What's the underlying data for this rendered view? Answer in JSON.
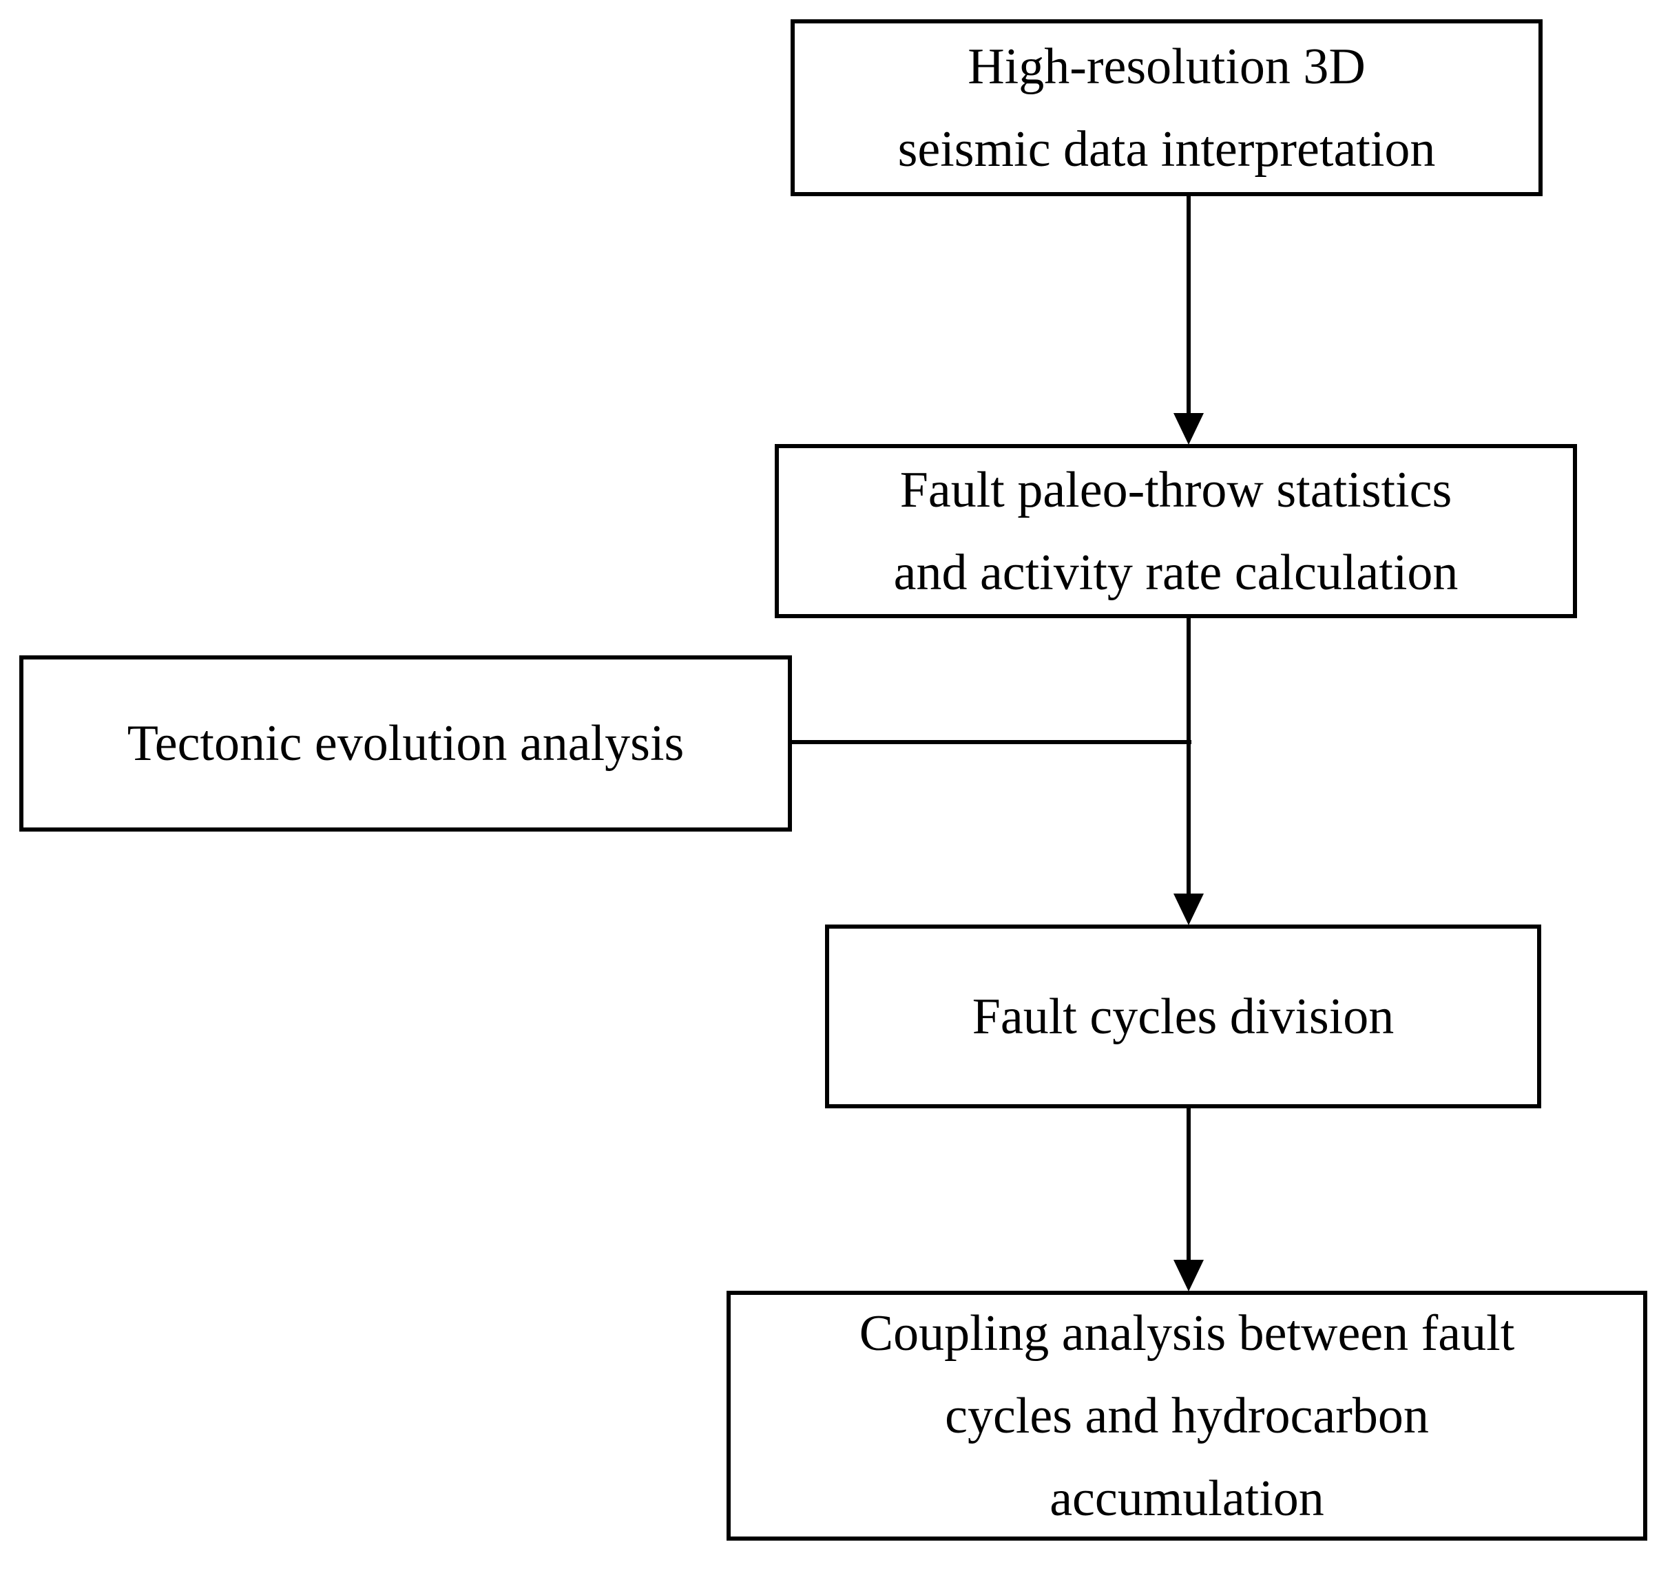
{
  "diagram": {
    "type": "flowchart",
    "background_color": "#ffffff",
    "stroke_color": "#000000",
    "nodes": [
      {
        "id": "seismic",
        "lines": [
          "High-resolution 3D",
          "seismic data interpretation"
        ]
      },
      {
        "id": "paleo",
        "lines": [
          "Fault paleo-throw statistics",
          "and activity rate calculation"
        ]
      },
      {
        "id": "tectonic",
        "lines": [
          "Tectonic evolution analysis"
        ]
      },
      {
        "id": "cycles",
        "lines": [
          "Fault cycles division"
        ]
      },
      {
        "id": "coupling",
        "lines": [
          "Coupling analysis between fault",
          "cycles and hydrocarbon",
          "accumulation"
        ]
      }
    ],
    "edges": [
      {
        "from": "seismic",
        "to": "paleo",
        "style": "arrow-down"
      },
      {
        "from": "paleo",
        "to": "cycles",
        "style": "arrow-down"
      },
      {
        "from": "tectonic",
        "to": "paleo-to-cycles-arrow",
        "style": "plain-line"
      },
      {
        "from": "cycles",
        "to": "coupling",
        "style": "arrow-down"
      }
    ]
  }
}
